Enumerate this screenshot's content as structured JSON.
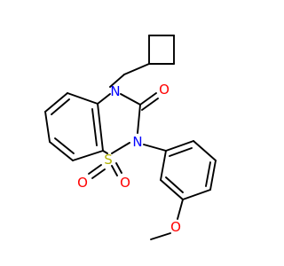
{
  "molecule": {
    "atoms": {
      "N4": "N",
      "N2": "N",
      "S1": "S",
      "O_carbonyl": "O",
      "O_sulfonyl_left": "O",
      "O_sulfonyl_right": "O",
      "O_methoxy": "O"
    },
    "colors": {
      "bond": "#000000",
      "nitrogen": "#0000ff",
      "oxygen": "#ff0000",
      "sulfur": "#b2b200",
      "background": "#ffffff"
    }
  }
}
